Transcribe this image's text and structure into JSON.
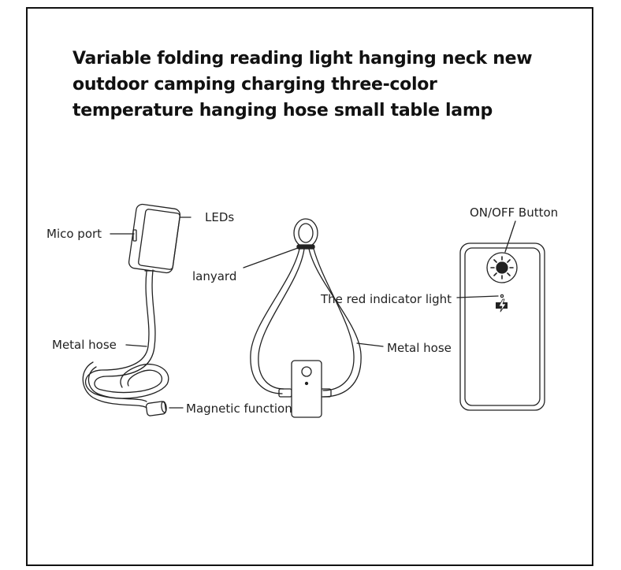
{
  "title_lines": [
    "Variable folding reading light hanging neck new",
    "outdoor camping charging three-color",
    "temperature hanging hose small table lamp"
  ],
  "labels": {
    "mico_port": "Mico port",
    "leds": "LEDs",
    "metal_hose_left": "Metal hose",
    "magnetic_function": "Magnetic function",
    "lanyard": "lanyard",
    "metal_hose_center": "Metal hose",
    "on_off_button": "ON/OFF Button",
    "red_indicator_light": "The red indicator light"
  }
}
